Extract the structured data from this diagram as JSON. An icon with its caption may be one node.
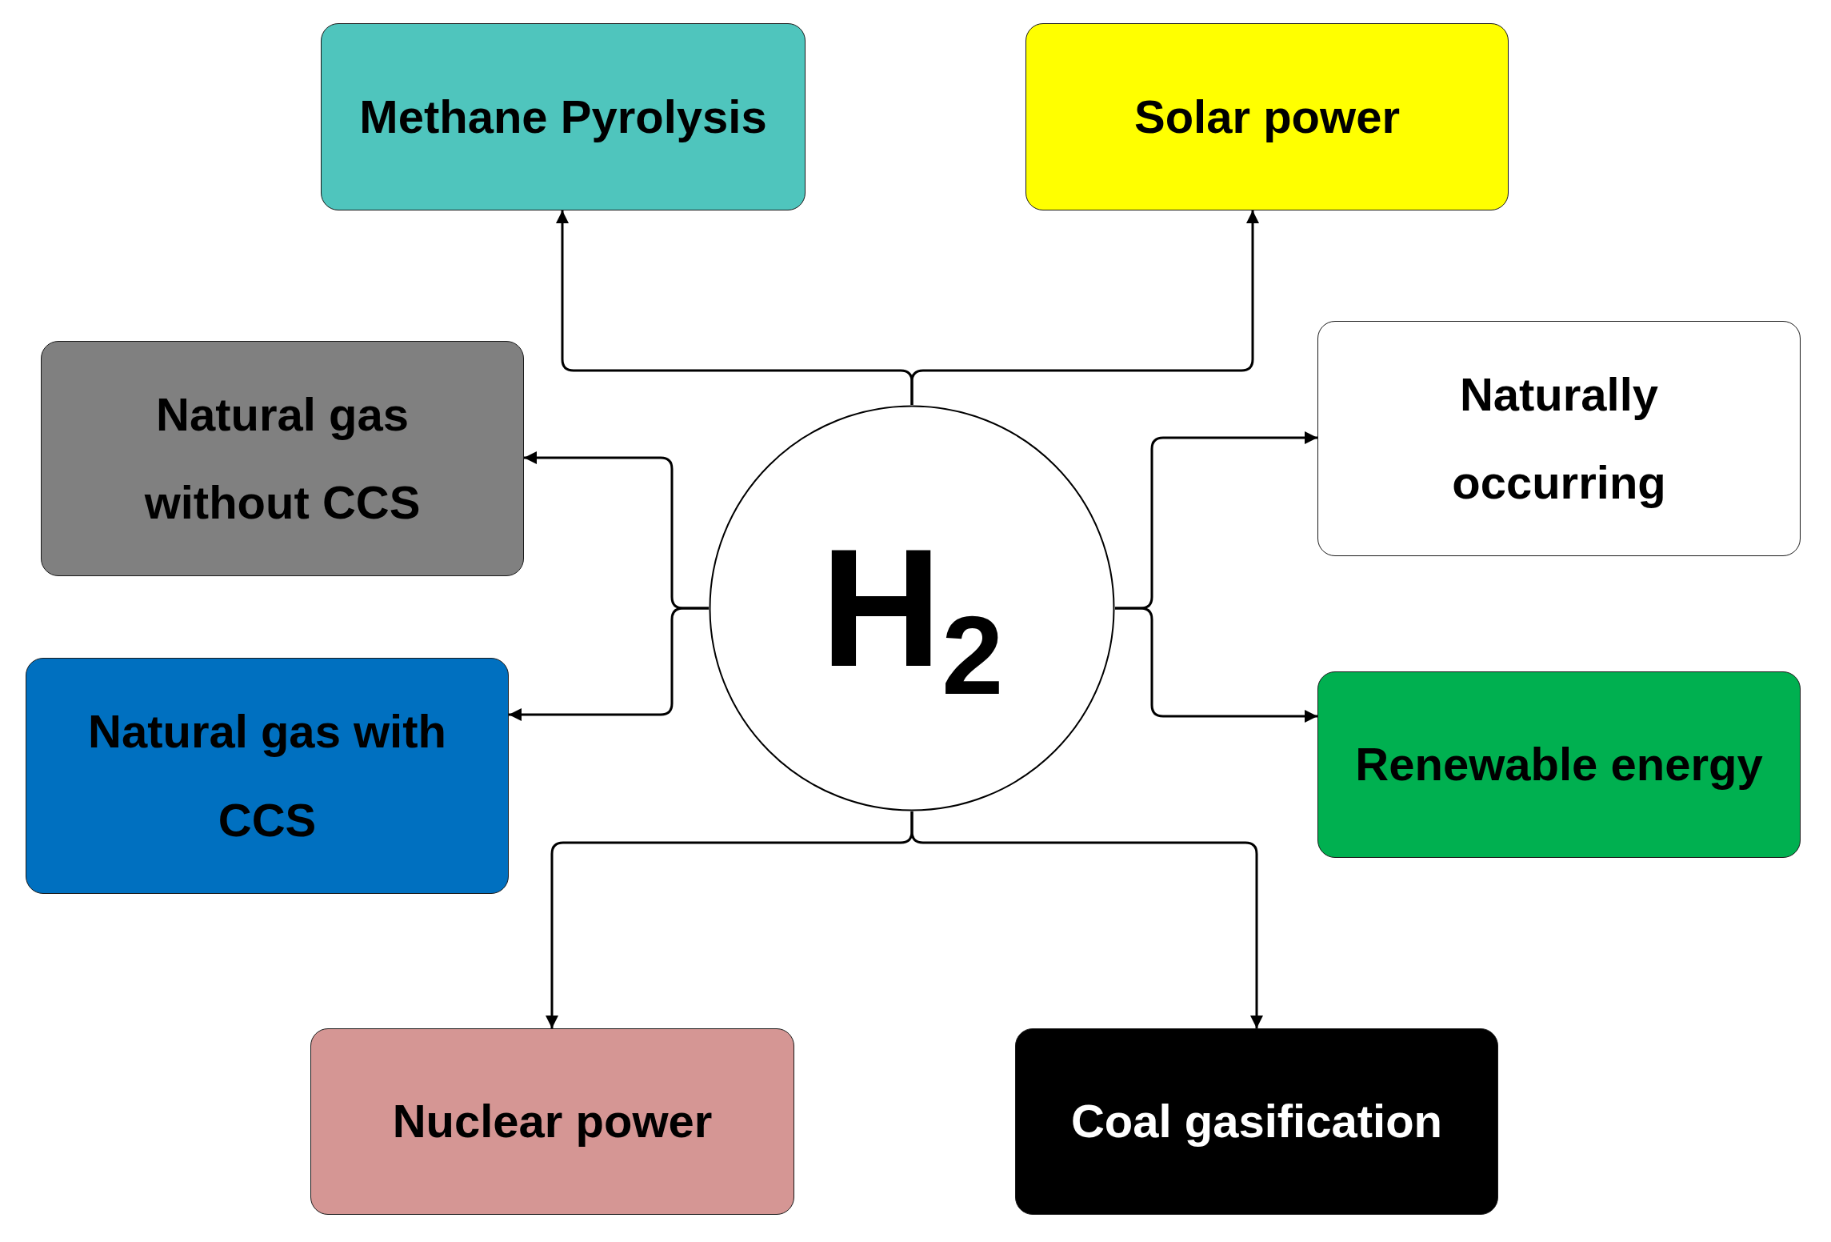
{
  "diagram": {
    "nodes": [
      {
        "text": [
          "Methane Pyrolysis"
        ]
      },
      {
        "text": [
          "Solar power"
        ]
      },
      {
        "text": [
          "Natural gas without CCS"
        ]
      },
      {
        "text": [
          "Naturally occurring"
        ]
      },
      {
        "text": [
          "H$_{2}$"
        ]
      },
      {
        "text": [
          "Natural gas with CCS"
        ]
      },
      {
        "text": [
          "Renewable energy"
        ]
      },
      {
        "text": [
          "Nuclear power"
        ]
      },
      {
        "text": [
          "Coal gasification"
        ]
      }
    ],
    "edges": [
      {
        "from": 4,
        "to": 0,
        "arrow": "to"
      },
      {
        "from": 4,
        "to": 1,
        "arrow": "to"
      },
      {
        "from": 4,
        "to": 2,
        "arrow": "to"
      },
      {
        "from": 4,
        "to": 3,
        "arrow": "to"
      },
      {
        "from": 4,
        "to": 5,
        "arrow": "to"
      },
      {
        "from": 4,
        "to": 6,
        "arrow": "to"
      },
      {
        "from": 4,
        "to": 7,
        "arrow": "to"
      },
      {
        "from": 4,
        "to": 8,
        "arrow": "to"
      }
    ]
  }
}
